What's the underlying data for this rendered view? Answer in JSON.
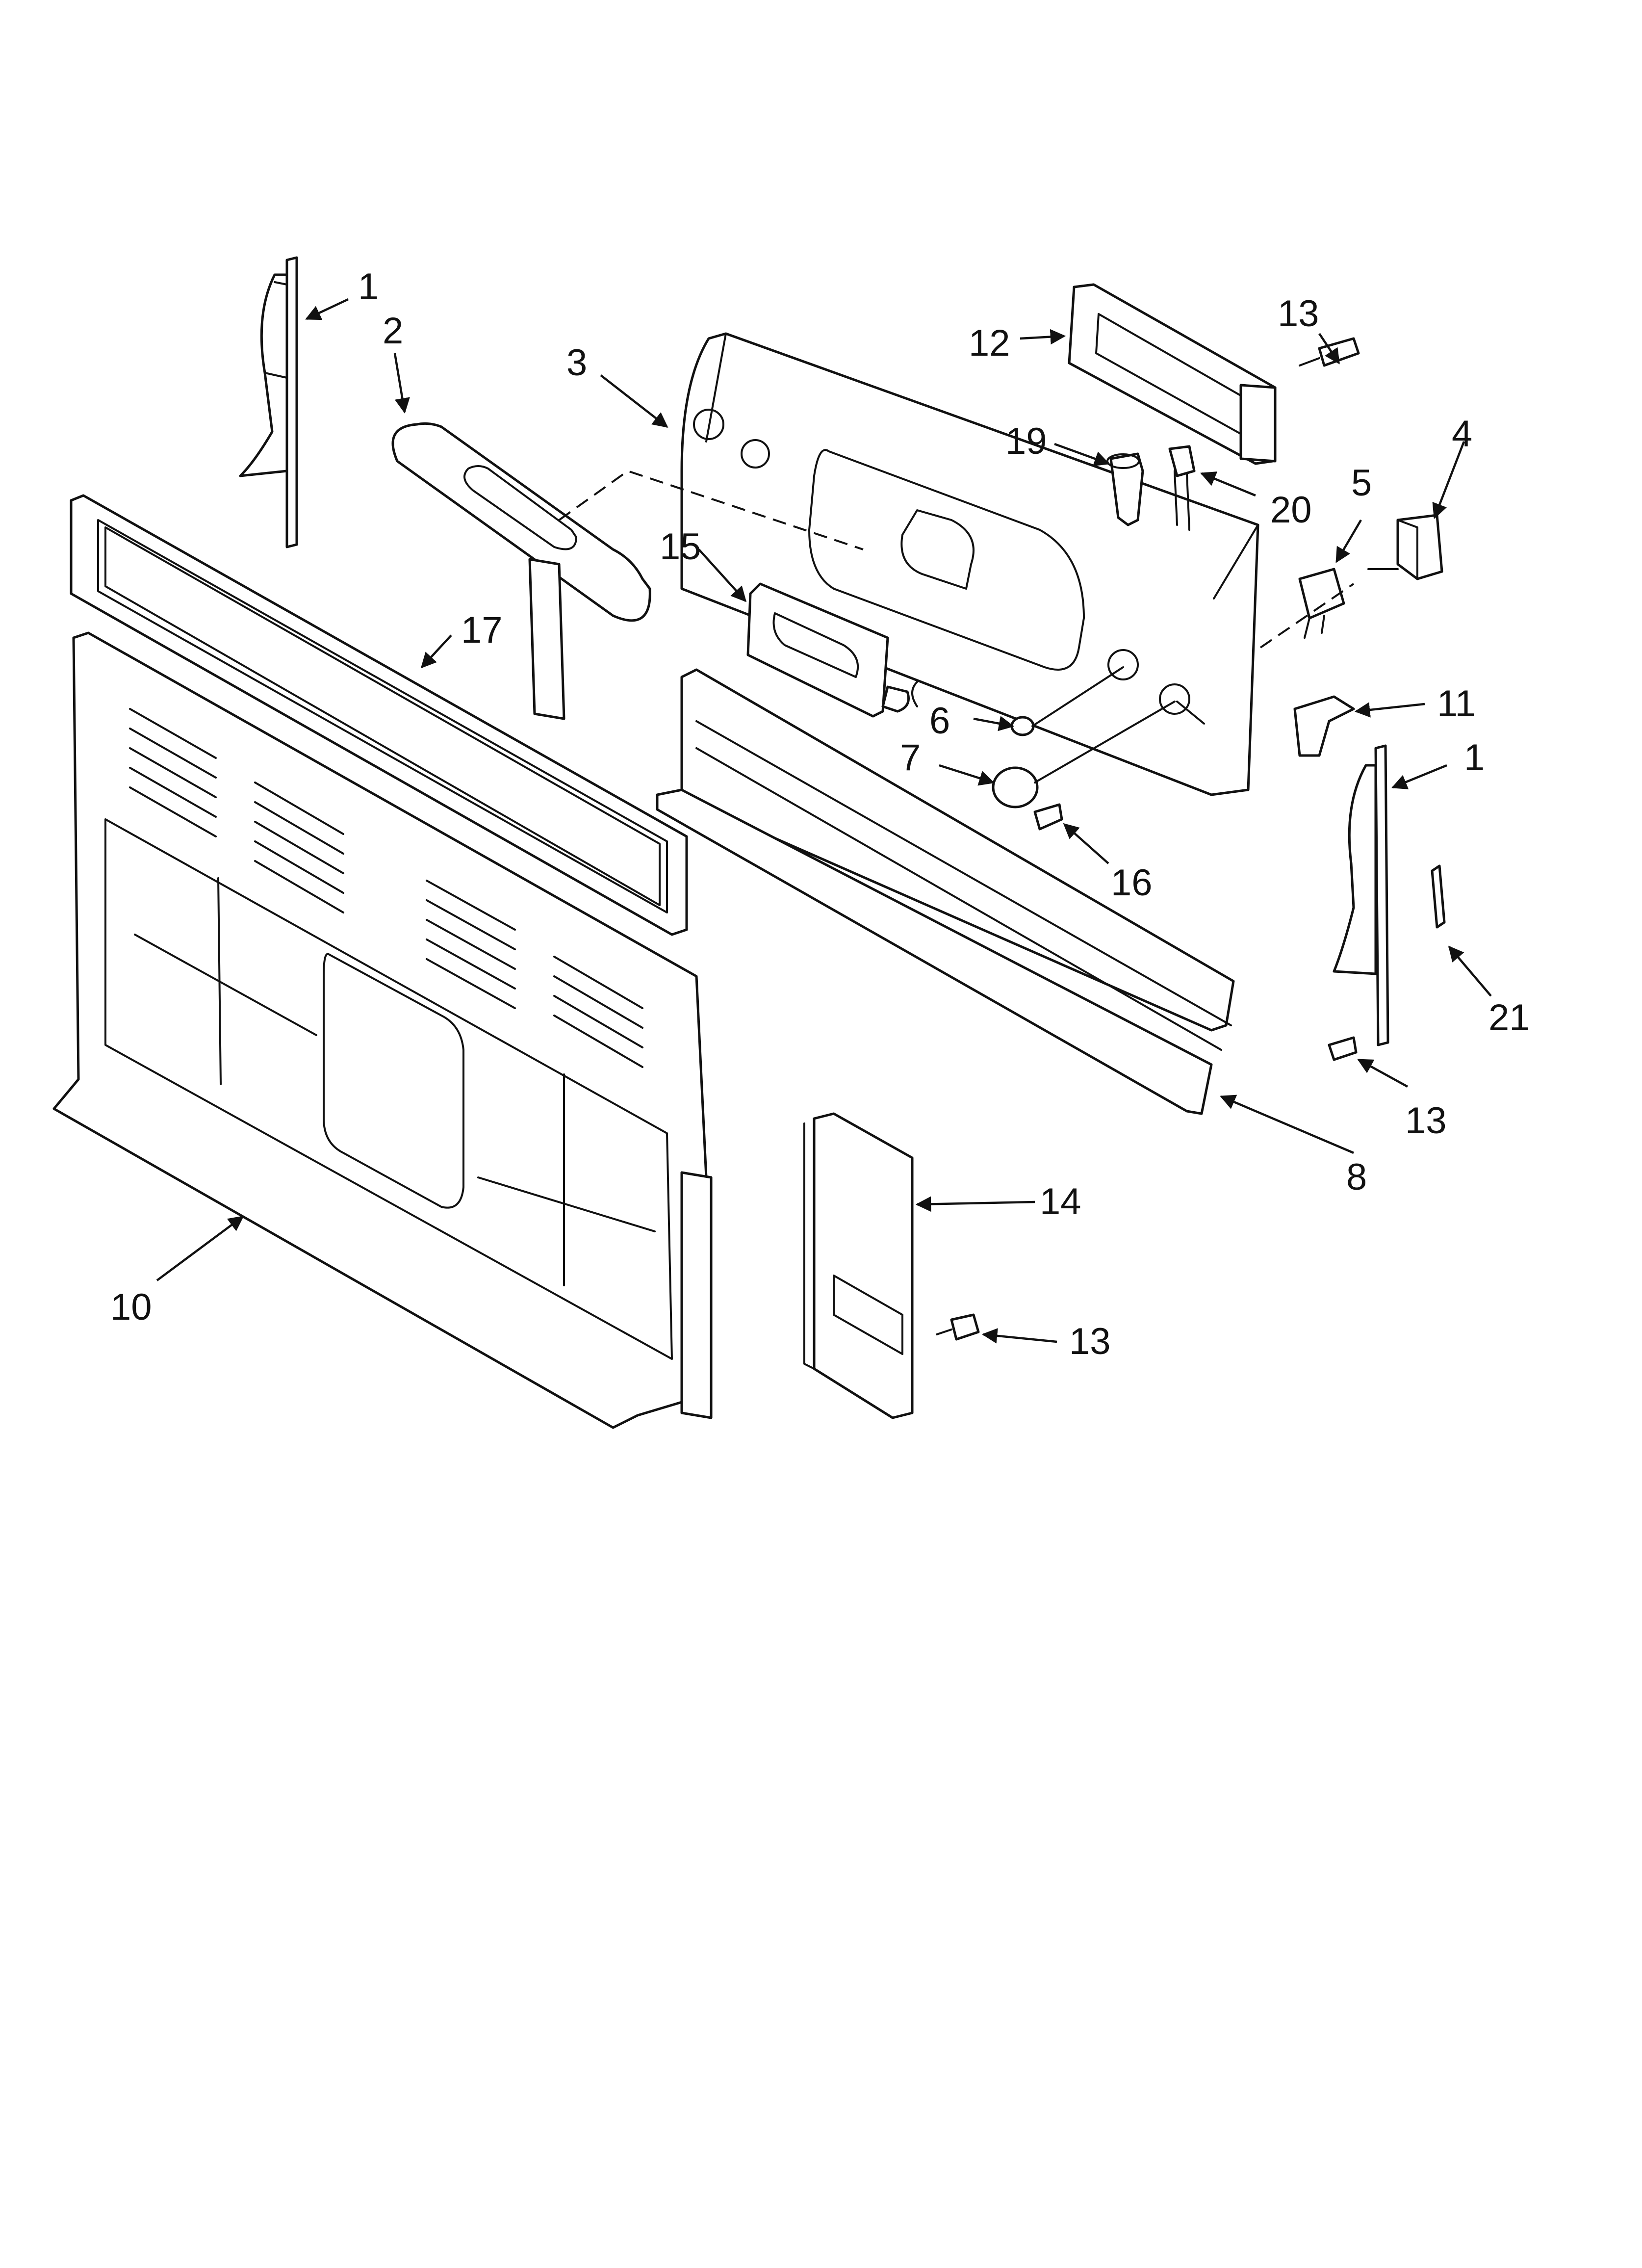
{
  "callouts": [
    {
      "id": "c1a",
      "text": "1"
    },
    {
      "id": "c2",
      "text": "2"
    },
    {
      "id": "c3",
      "text": "3"
    },
    {
      "id": "c12",
      "text": "12"
    },
    {
      "id": "c13a",
      "text": "13"
    },
    {
      "id": "c19",
      "text": "19"
    },
    {
      "id": "c20",
      "text": "20"
    },
    {
      "id": "c4",
      "text": "4"
    },
    {
      "id": "c5",
      "text": "5"
    },
    {
      "id": "c15",
      "text": "15"
    },
    {
      "id": "c17",
      "text": "17"
    },
    {
      "id": "c6",
      "text": "6"
    },
    {
      "id": "c7",
      "text": "7"
    },
    {
      "id": "c11",
      "text": "11"
    },
    {
      "id": "c1b",
      "text": "1"
    },
    {
      "id": "c16",
      "text": "16"
    },
    {
      "id": "c21",
      "text": "21"
    },
    {
      "id": "c13b",
      "text": "13"
    },
    {
      "id": "c8",
      "text": "8"
    },
    {
      "id": "c14",
      "text": "14"
    },
    {
      "id": "c10",
      "text": "10"
    },
    {
      "id": "c13c",
      "text": "13"
    }
  ]
}
